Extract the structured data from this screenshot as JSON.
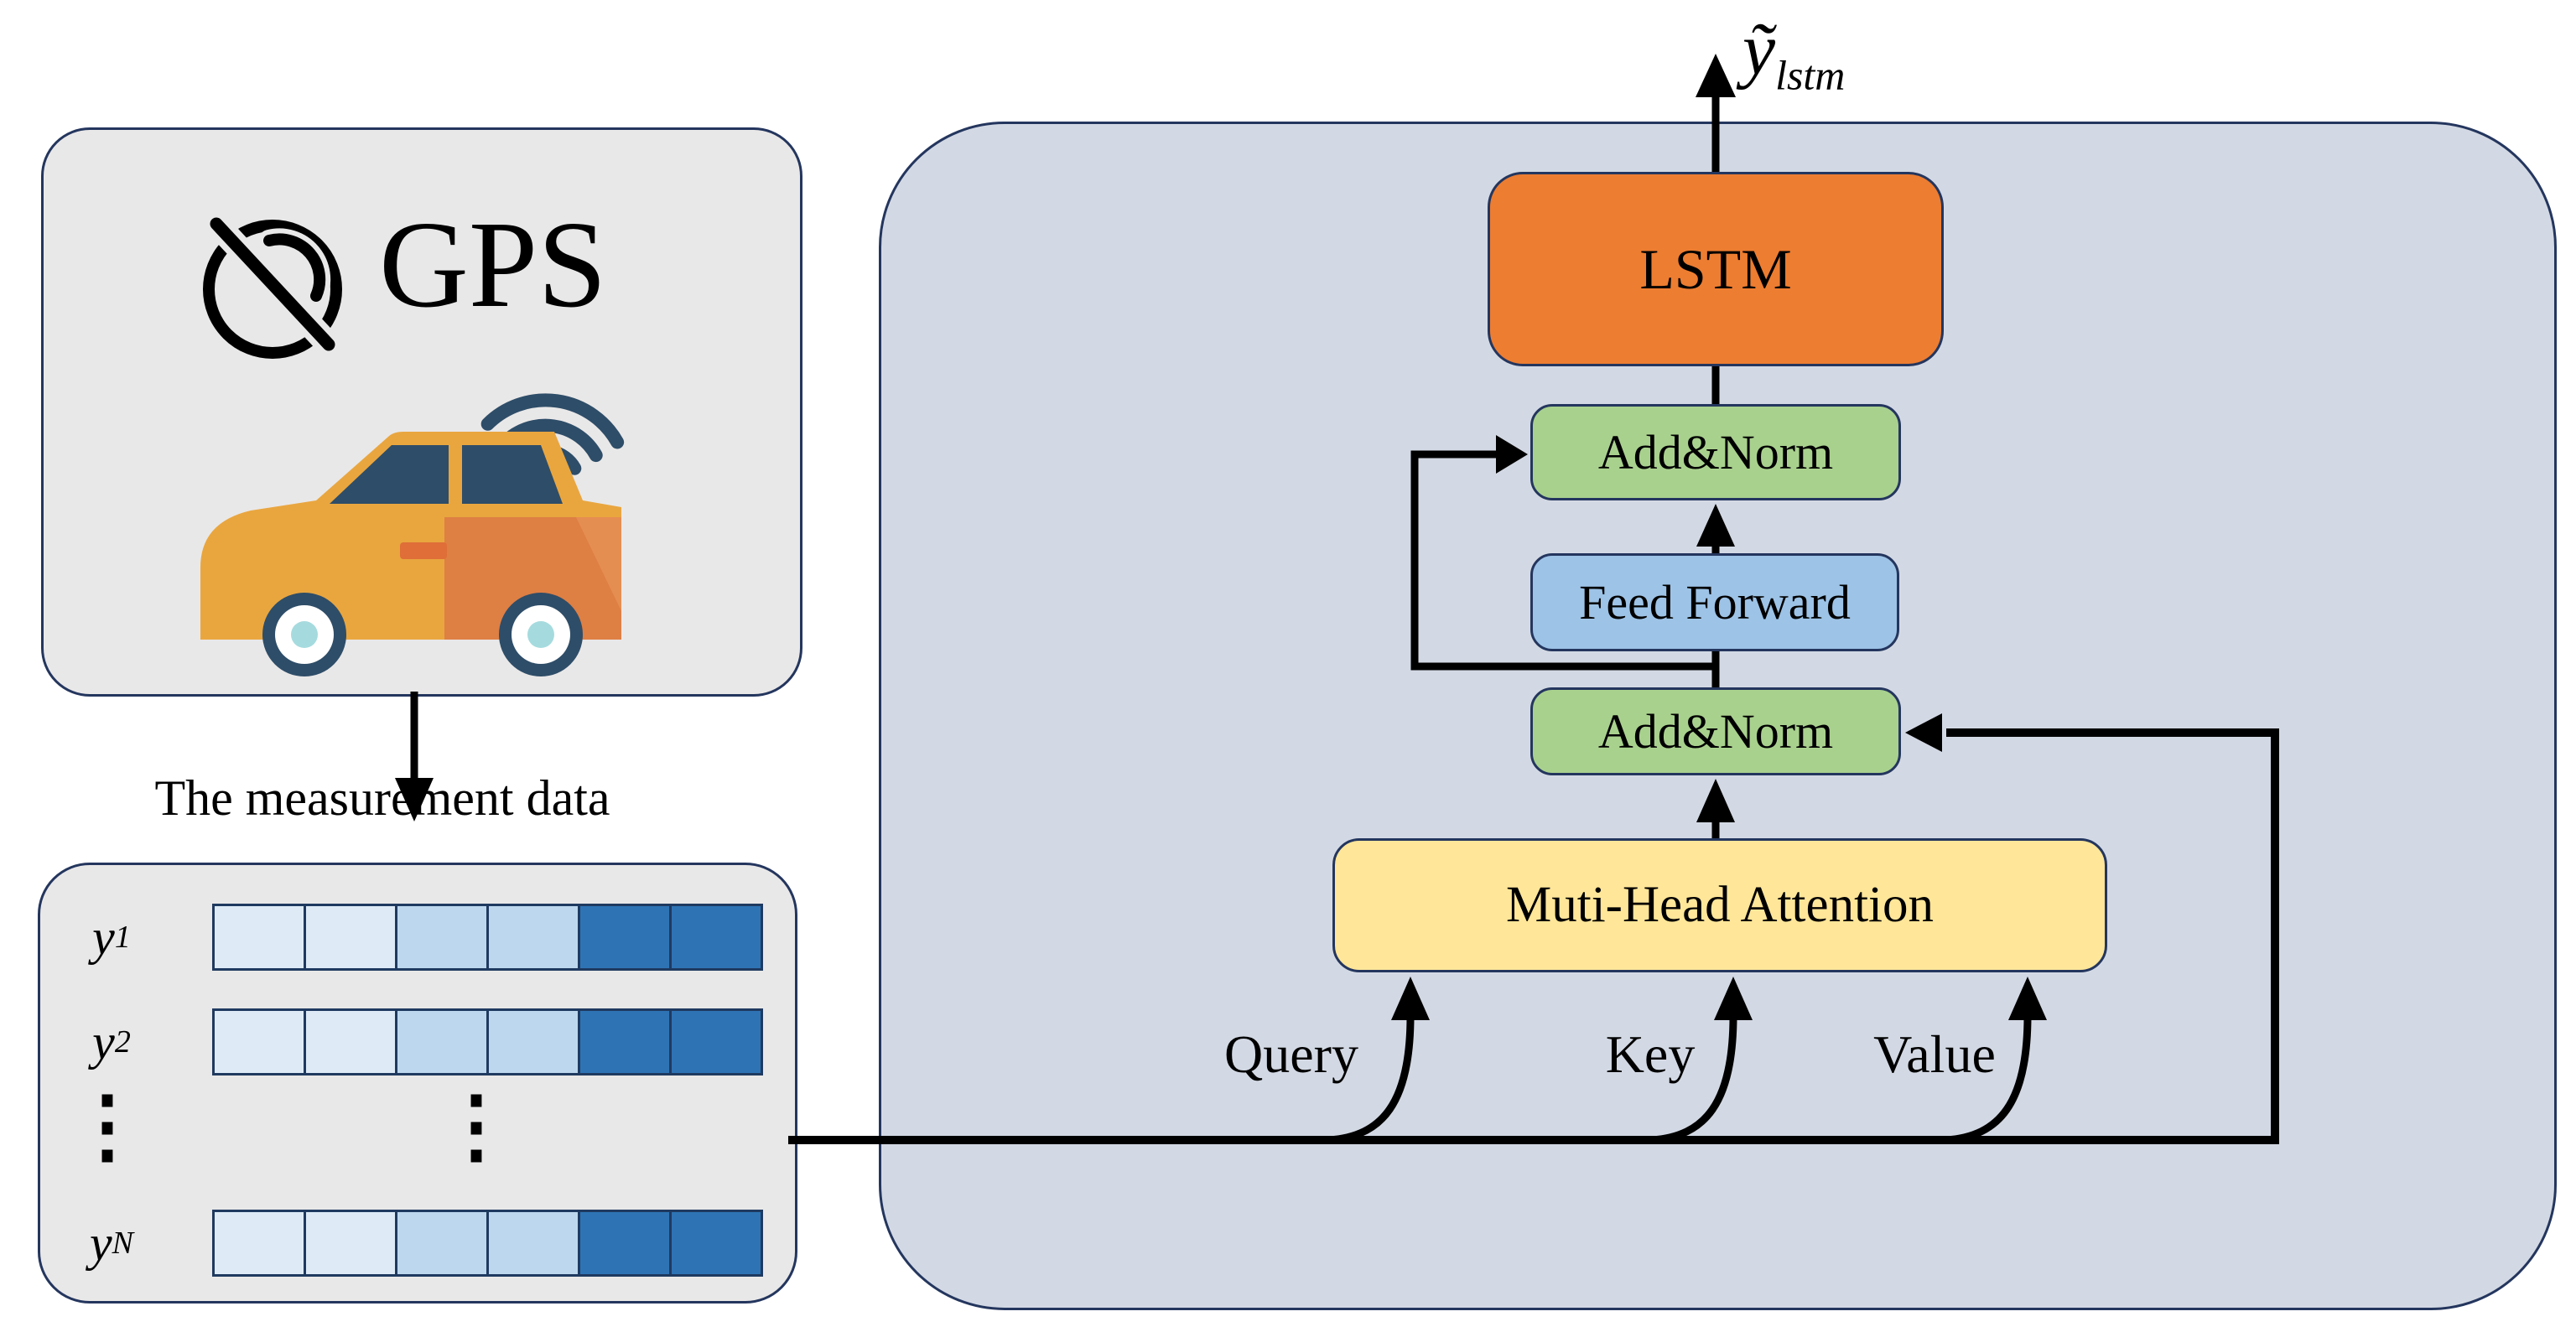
{
  "output": {
    "var": "ỹ",
    "sub": "lstm"
  },
  "encoder": {
    "lstm": "LSTM",
    "add_norm_top": "Add&Norm",
    "feed_forward": "Feed Forward",
    "add_norm_bottom": "Add&Norm",
    "attention": "Muti-Head Attention",
    "inputs": {
      "query": "Query",
      "key": "Key",
      "value": "Value"
    }
  },
  "gps": {
    "label": "GPS"
  },
  "measurement": {
    "title": "The measurement data",
    "rows": [
      {
        "v": "y",
        "sub": "1"
      },
      {
        "v": "y",
        "sub": "2"
      },
      {
        "v": "y",
        "sub": "N"
      }
    ],
    "ellipsis": "⋮",
    "cell_colors": [
      "#deebf7",
      "#deebf7",
      "#bdd7ee",
      "#bdd7ee",
      "#2e74b5",
      "#2e74b5"
    ]
  },
  "colors": {
    "panel_fill": "#d3d9e4",
    "box_fill": "#e9e8e8",
    "border_navy": "#24365e",
    "lstm_orange": "#ed7d31",
    "add_norm_green": "#a9d18e",
    "feed_forward_blue": "#9dc3e6",
    "attention_yellow": "#ffe699",
    "cell_light": "#deebf7",
    "cell_medium": "#bdd7ee",
    "cell_dark": "#2e74b5",
    "icon_navy": "#2e4d68",
    "car_yellow": "#e9a63f",
    "car_orange": "#de7f44",
    "wheel_teal": "#a5dbde"
  }
}
